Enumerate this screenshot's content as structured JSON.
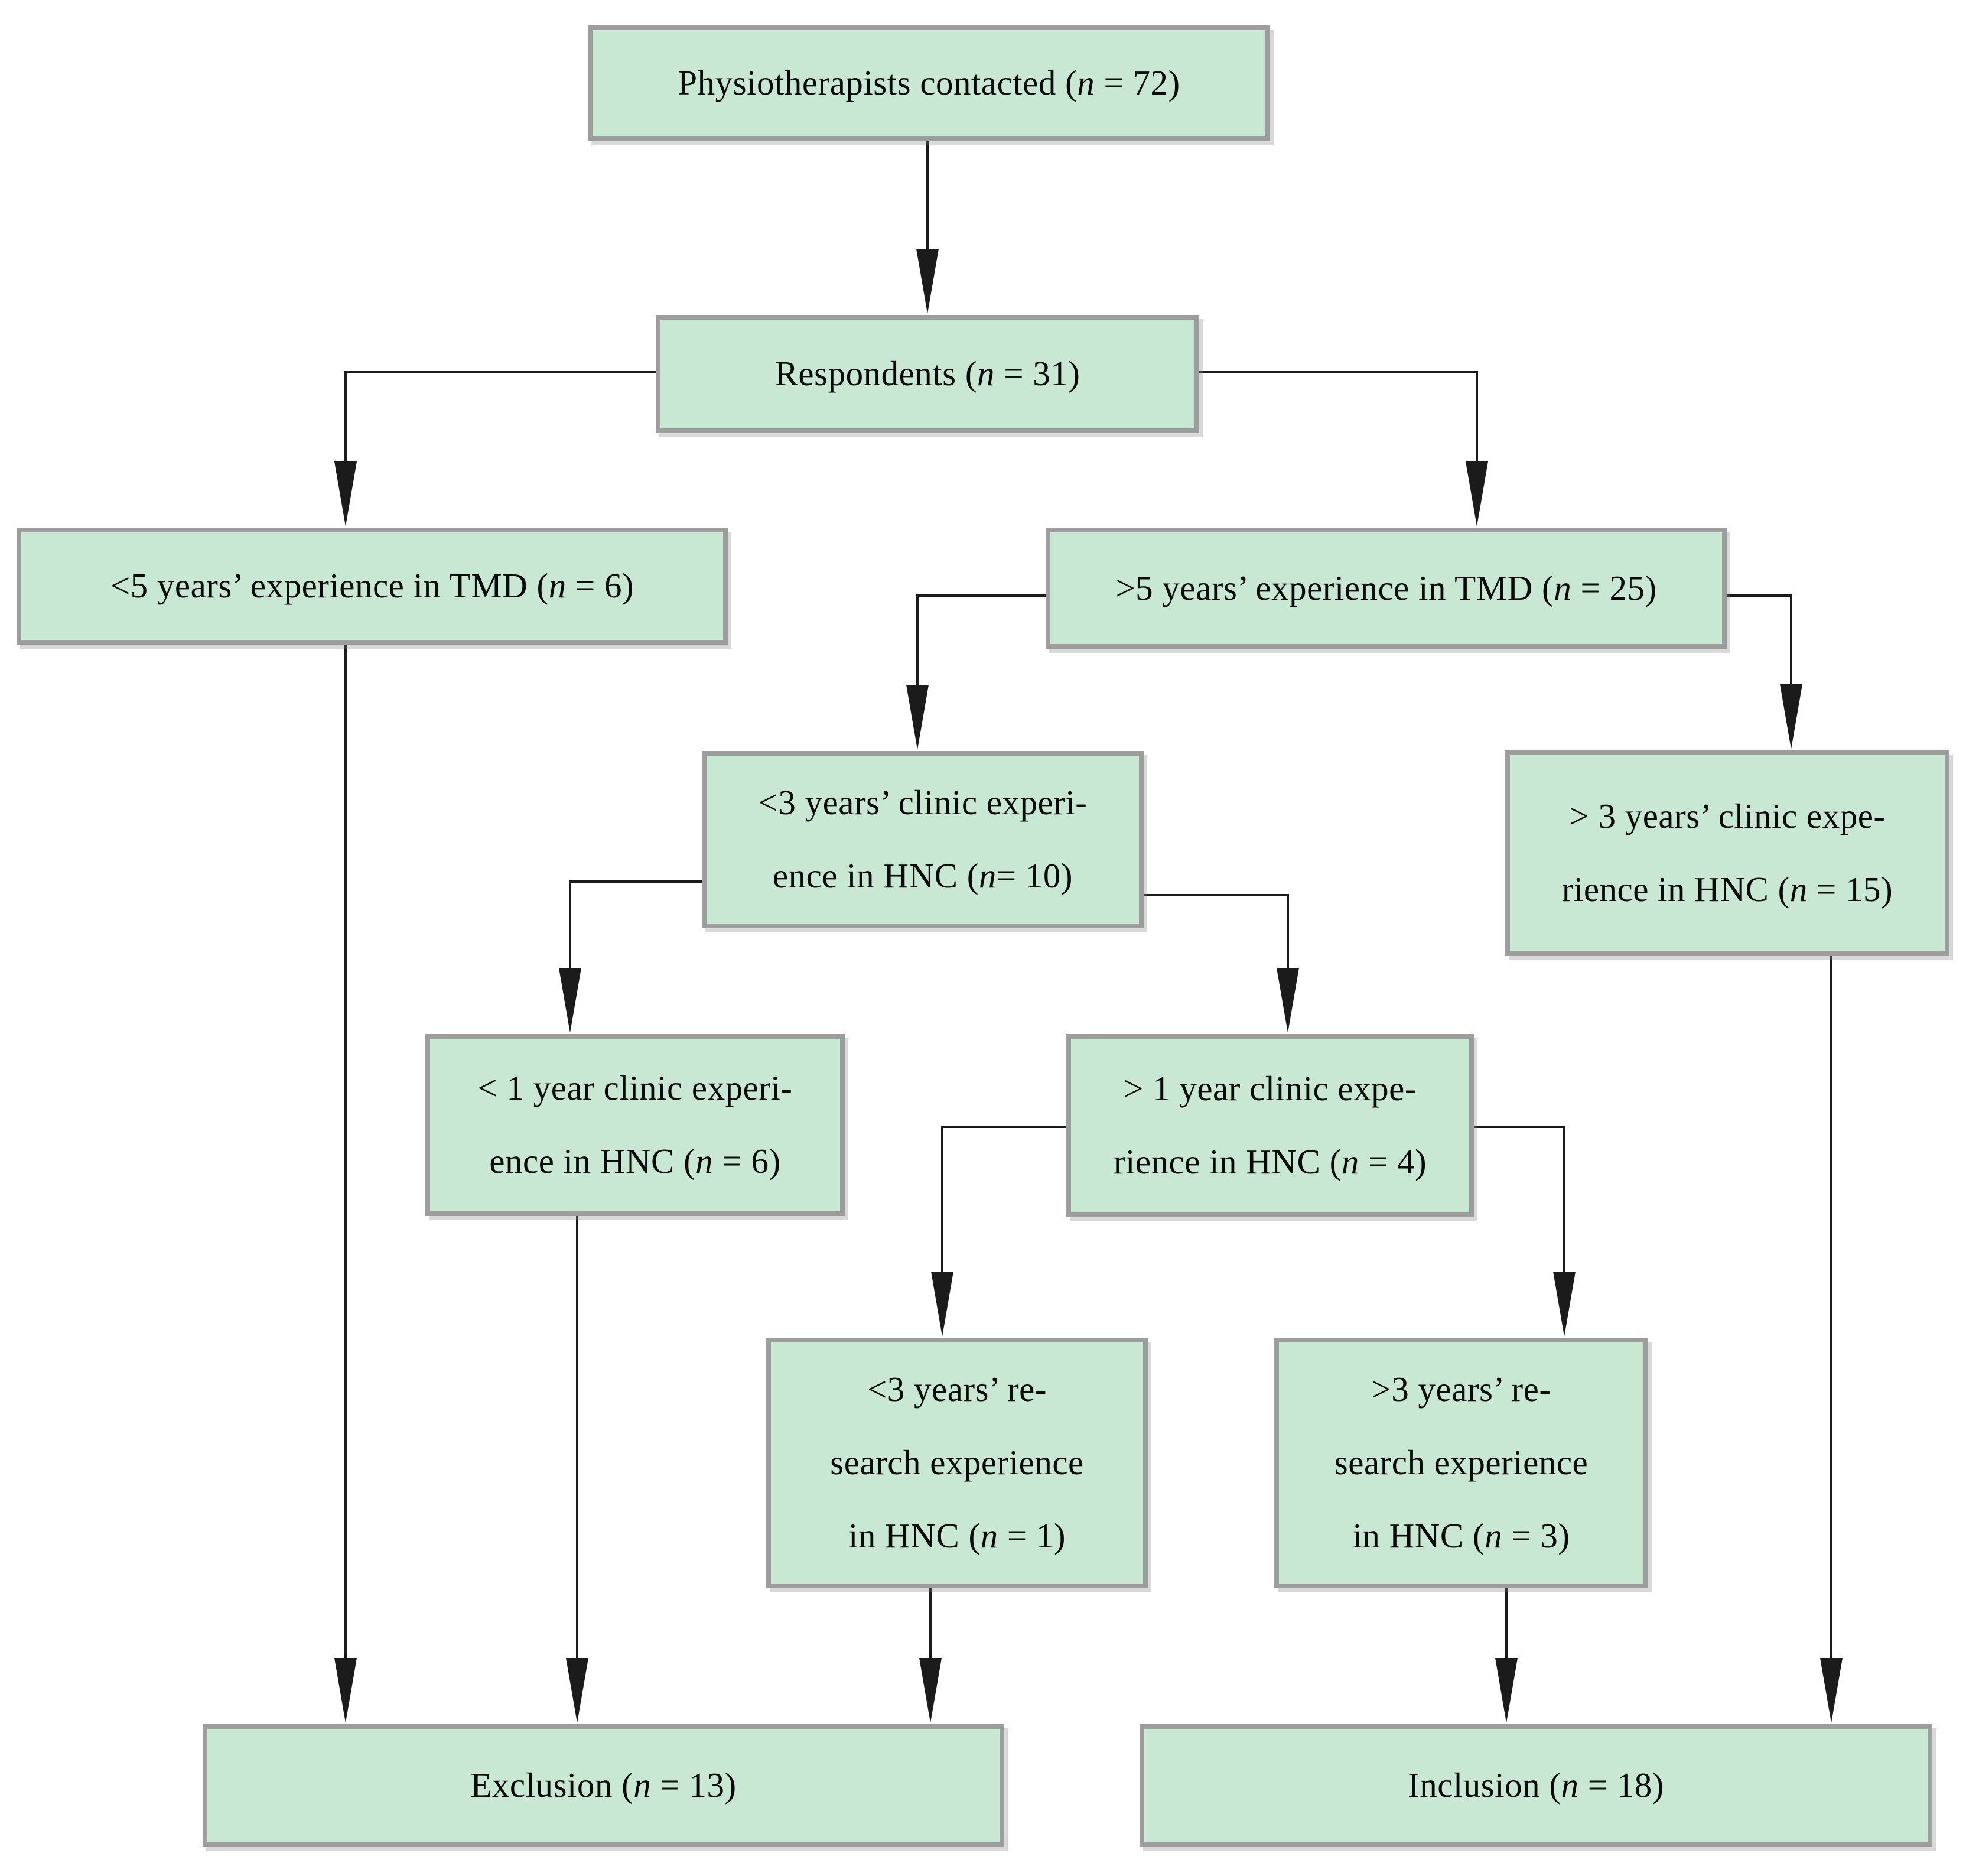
{
  "figure": {
    "kind": "flowchart",
    "background_color": "#ffffff",
    "box_fill_color": "#c8e8d3",
    "box_border_color": "#9d9d9d",
    "line_color": "#1b1b1b",
    "text_color": "#0a0a0a"
  },
  "nodes": {
    "contacted": {
      "lines": [
        [
          {
            "t": "Physiotherapists contacted ("
          },
          {
            "t": "n",
            "i": true
          },
          {
            "t": " = 72)"
          }
        ]
      ]
    },
    "respondents": {
      "lines": [
        [
          {
            "t": "Respondents ("
          },
          {
            "t": "n",
            "i": true
          },
          {
            "t": " = 31)"
          }
        ]
      ]
    },
    "lt5tmd": {
      "lines": [
        [
          {
            "t": "<5 years’ experience in TMD ("
          },
          {
            "t": "n",
            "i": true
          },
          {
            "t": " = 6)"
          }
        ]
      ]
    },
    "gt5tmd": {
      "lines": [
        [
          {
            "t": ">5 years’ experience in TMD ("
          },
          {
            "t": "n",
            "i": true
          },
          {
            "t": " = 25)"
          }
        ]
      ]
    },
    "lt3clinic": {
      "lines": [
        [
          {
            "t": "<3 years’ clinic experi-"
          }
        ],
        [
          {
            "t": "ence in HNC ("
          },
          {
            "t": "n",
            "i": true
          },
          {
            "t": "= 10)"
          }
        ]
      ]
    },
    "gt3clinic": {
      "lines": [
        [
          {
            "t": "> 3 years’ clinic expe-"
          }
        ],
        [
          {
            "t": "rience in HNC ("
          },
          {
            "t": "n",
            "i": true
          },
          {
            "t": " = 15)"
          }
        ]
      ]
    },
    "lt1clinic": {
      "lines": [
        [
          {
            "t": "< 1 year clinic experi-"
          }
        ],
        [
          {
            "t": "ence in HNC ("
          },
          {
            "t": "n",
            "i": true
          },
          {
            "t": " = 6)"
          }
        ]
      ]
    },
    "gt1clinic": {
      "lines": [
        [
          {
            "t": "> 1 year clinic expe-"
          }
        ],
        [
          {
            "t": "rience in HNC ("
          },
          {
            "t": "n",
            "i": true
          },
          {
            "t": " = 4)"
          }
        ]
      ]
    },
    "lt3research": {
      "lines": [
        [
          {
            "t": "<3 years’ re-"
          }
        ],
        [
          {
            "t": "search experience"
          }
        ],
        [
          {
            "t": "in HNC ("
          },
          {
            "t": "n",
            "i": true
          },
          {
            "t": " = 1)"
          }
        ]
      ]
    },
    "gt3research": {
      "lines": [
        [
          {
            "t": ">3 years’ re-"
          }
        ],
        [
          {
            "t": "search experience"
          }
        ],
        [
          {
            "t": "in HNC ("
          },
          {
            "t": "n",
            "i": true
          },
          {
            "t": " = 3)"
          }
        ]
      ]
    },
    "exclusion": {
      "lines": [
        [
          {
            "t": "Exclusion ("
          },
          {
            "t": "n",
            "i": true
          },
          {
            "t": " = 13)"
          }
        ]
      ]
    },
    "inclusion": {
      "lines": [
        [
          {
            "t": "Inclusion ("
          },
          {
            "t": "n",
            "i": true
          },
          {
            "t": " = 18)"
          }
        ]
      ]
    }
  },
  "edges": [
    {
      "id": "e1",
      "from": "contacted",
      "to": "respondents"
    },
    {
      "id": "e2",
      "from": "respondents",
      "to": "lt5tmd"
    },
    {
      "id": "e3",
      "from": "respondents",
      "to": "gt5tmd"
    },
    {
      "id": "e4",
      "from": "gt5tmd",
      "to": "lt3clinic"
    },
    {
      "id": "e5",
      "from": "gt5tmd",
      "to": "gt3clinic"
    },
    {
      "id": "e6",
      "from": "lt3clinic",
      "to": "lt1clinic"
    },
    {
      "id": "e7",
      "from": "lt3clinic",
      "to": "gt1clinic"
    },
    {
      "id": "e8",
      "from": "gt1clinic",
      "to": "lt3research"
    },
    {
      "id": "e9",
      "from": "gt1clinic",
      "to": "gt3research"
    },
    {
      "id": "e10",
      "from": "lt5tmd",
      "to": "exclusion"
    },
    {
      "id": "e11",
      "from": "lt1clinic",
      "to": "exclusion"
    },
    {
      "id": "e12",
      "from": "lt3research",
      "to": "exclusion"
    },
    {
      "id": "e13",
      "from": "gt3research",
      "to": "inclusion"
    },
    {
      "id": "e14",
      "from": "gt3clinic",
      "to": "inclusion"
    }
  ]
}
